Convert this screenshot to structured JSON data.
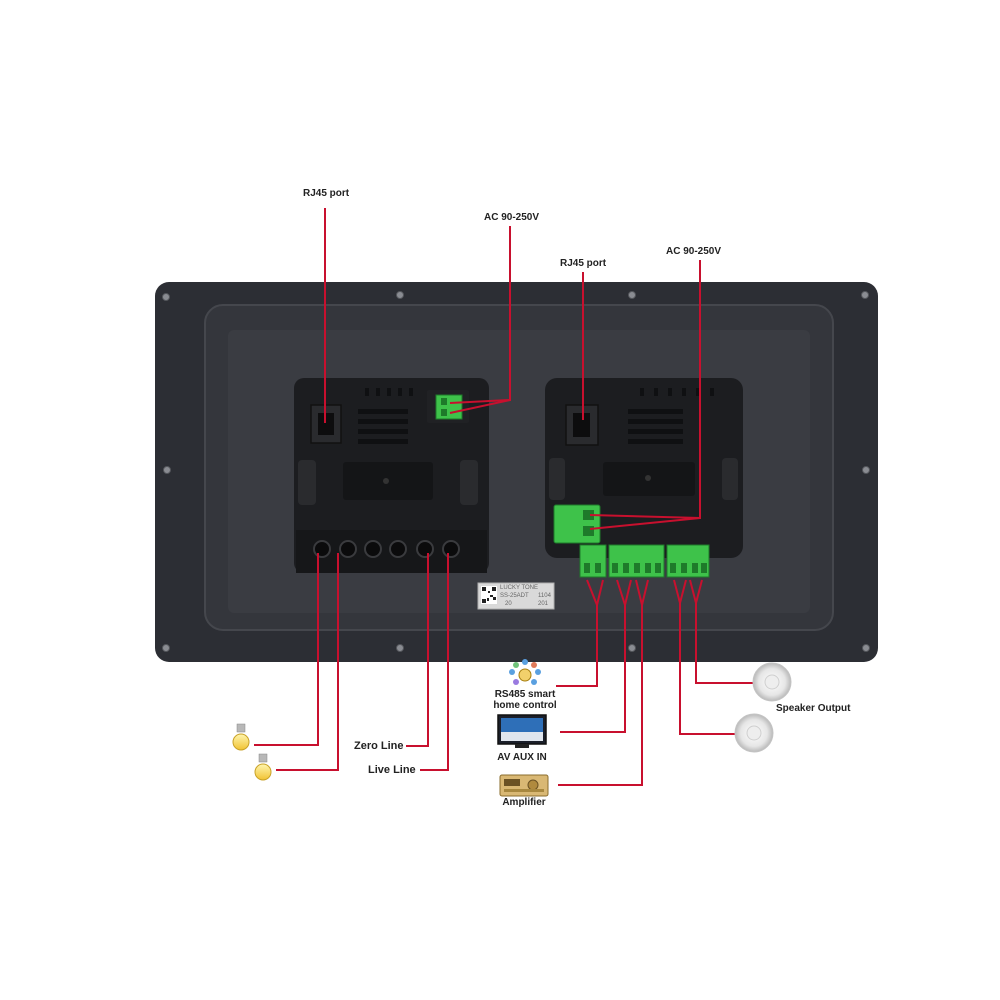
{
  "labels": {
    "rj45_left": "RJ45 port",
    "ac_left": "AC 90-250V",
    "rj45_right": "RJ45 port",
    "ac_right": "AC 90-250V",
    "zero_line": "Zero Line",
    "live_line": "Live Line",
    "rs485_line1": "RS485 smart",
    "rs485_line2": "home control",
    "av_aux": "AV AUX IN",
    "amplifier": "Amplifier",
    "speaker_output": "Speaker Output"
  },
  "nameplate": {
    "brand": "LUCKY TONE",
    "model": "SS-25ADT",
    "code": "1104",
    "line3_left": "20",
    "line3_right": "201"
  },
  "icons": [
    "light-bulb-icon",
    "light-bulb-icon",
    "smart-home-icon",
    "tv-monitor-icon",
    "amplifier-icon",
    "ceiling-speaker-icon",
    "ceiling-speaker-icon"
  ],
  "colors": {
    "wire": "#c8102e",
    "panel": "#2b2d33",
    "panel_inner": "#3a3c42",
    "module": "#1b1c1f",
    "terminal_green": "#3ec24a"
  }
}
